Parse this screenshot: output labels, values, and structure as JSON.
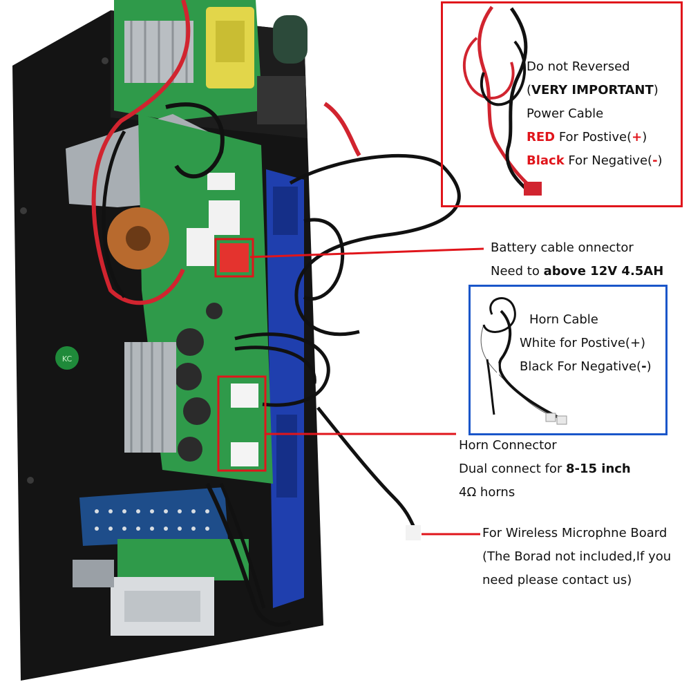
{
  "colors": {
    "annotation_red": "#e0151b",
    "annotation_blue": "#1a56c9",
    "panel_black": "#151515",
    "pcb_green": "#2f9a4a",
    "pcb_blue": "#1f3fae"
  },
  "power_cable": {
    "line1": "Do not Reversed",
    "line2_open": "(",
    "line2_bold": "VERY IMPORTANT",
    "line2_close": ")",
    "line3": "Power Cable",
    "red_label": "RED",
    "red_text": " For Postive(",
    "red_sign": "+",
    "red_close": ")",
    "black_label": "Black",
    "black_text": " For Negative(",
    "black_sign": "-",
    "black_close": ")"
  },
  "battery": {
    "line1": "Battery cable onnector",
    "line2_prefix": "Need to ",
    "line2_bold": "above 12V 4.5AH"
  },
  "horn_cable": {
    "line1": "Horn Cable",
    "line2": "White for Postive(+)",
    "line3_prefix": "Black For Negative(",
    "line3_bold": "-",
    "line3_close": ")"
  },
  "horn_connector": {
    "line1": "Horn Connector",
    "line2_prefix": "Dual connect for ",
    "line2_bold": "8-15 inch",
    "line3": "4Ω horns"
  },
  "microphone": {
    "line1": "For Wireless Microphne Board",
    "line2": "(The Borad not included,If you",
    "line3": "need please contact us)"
  },
  "green_sticker": "KC"
}
